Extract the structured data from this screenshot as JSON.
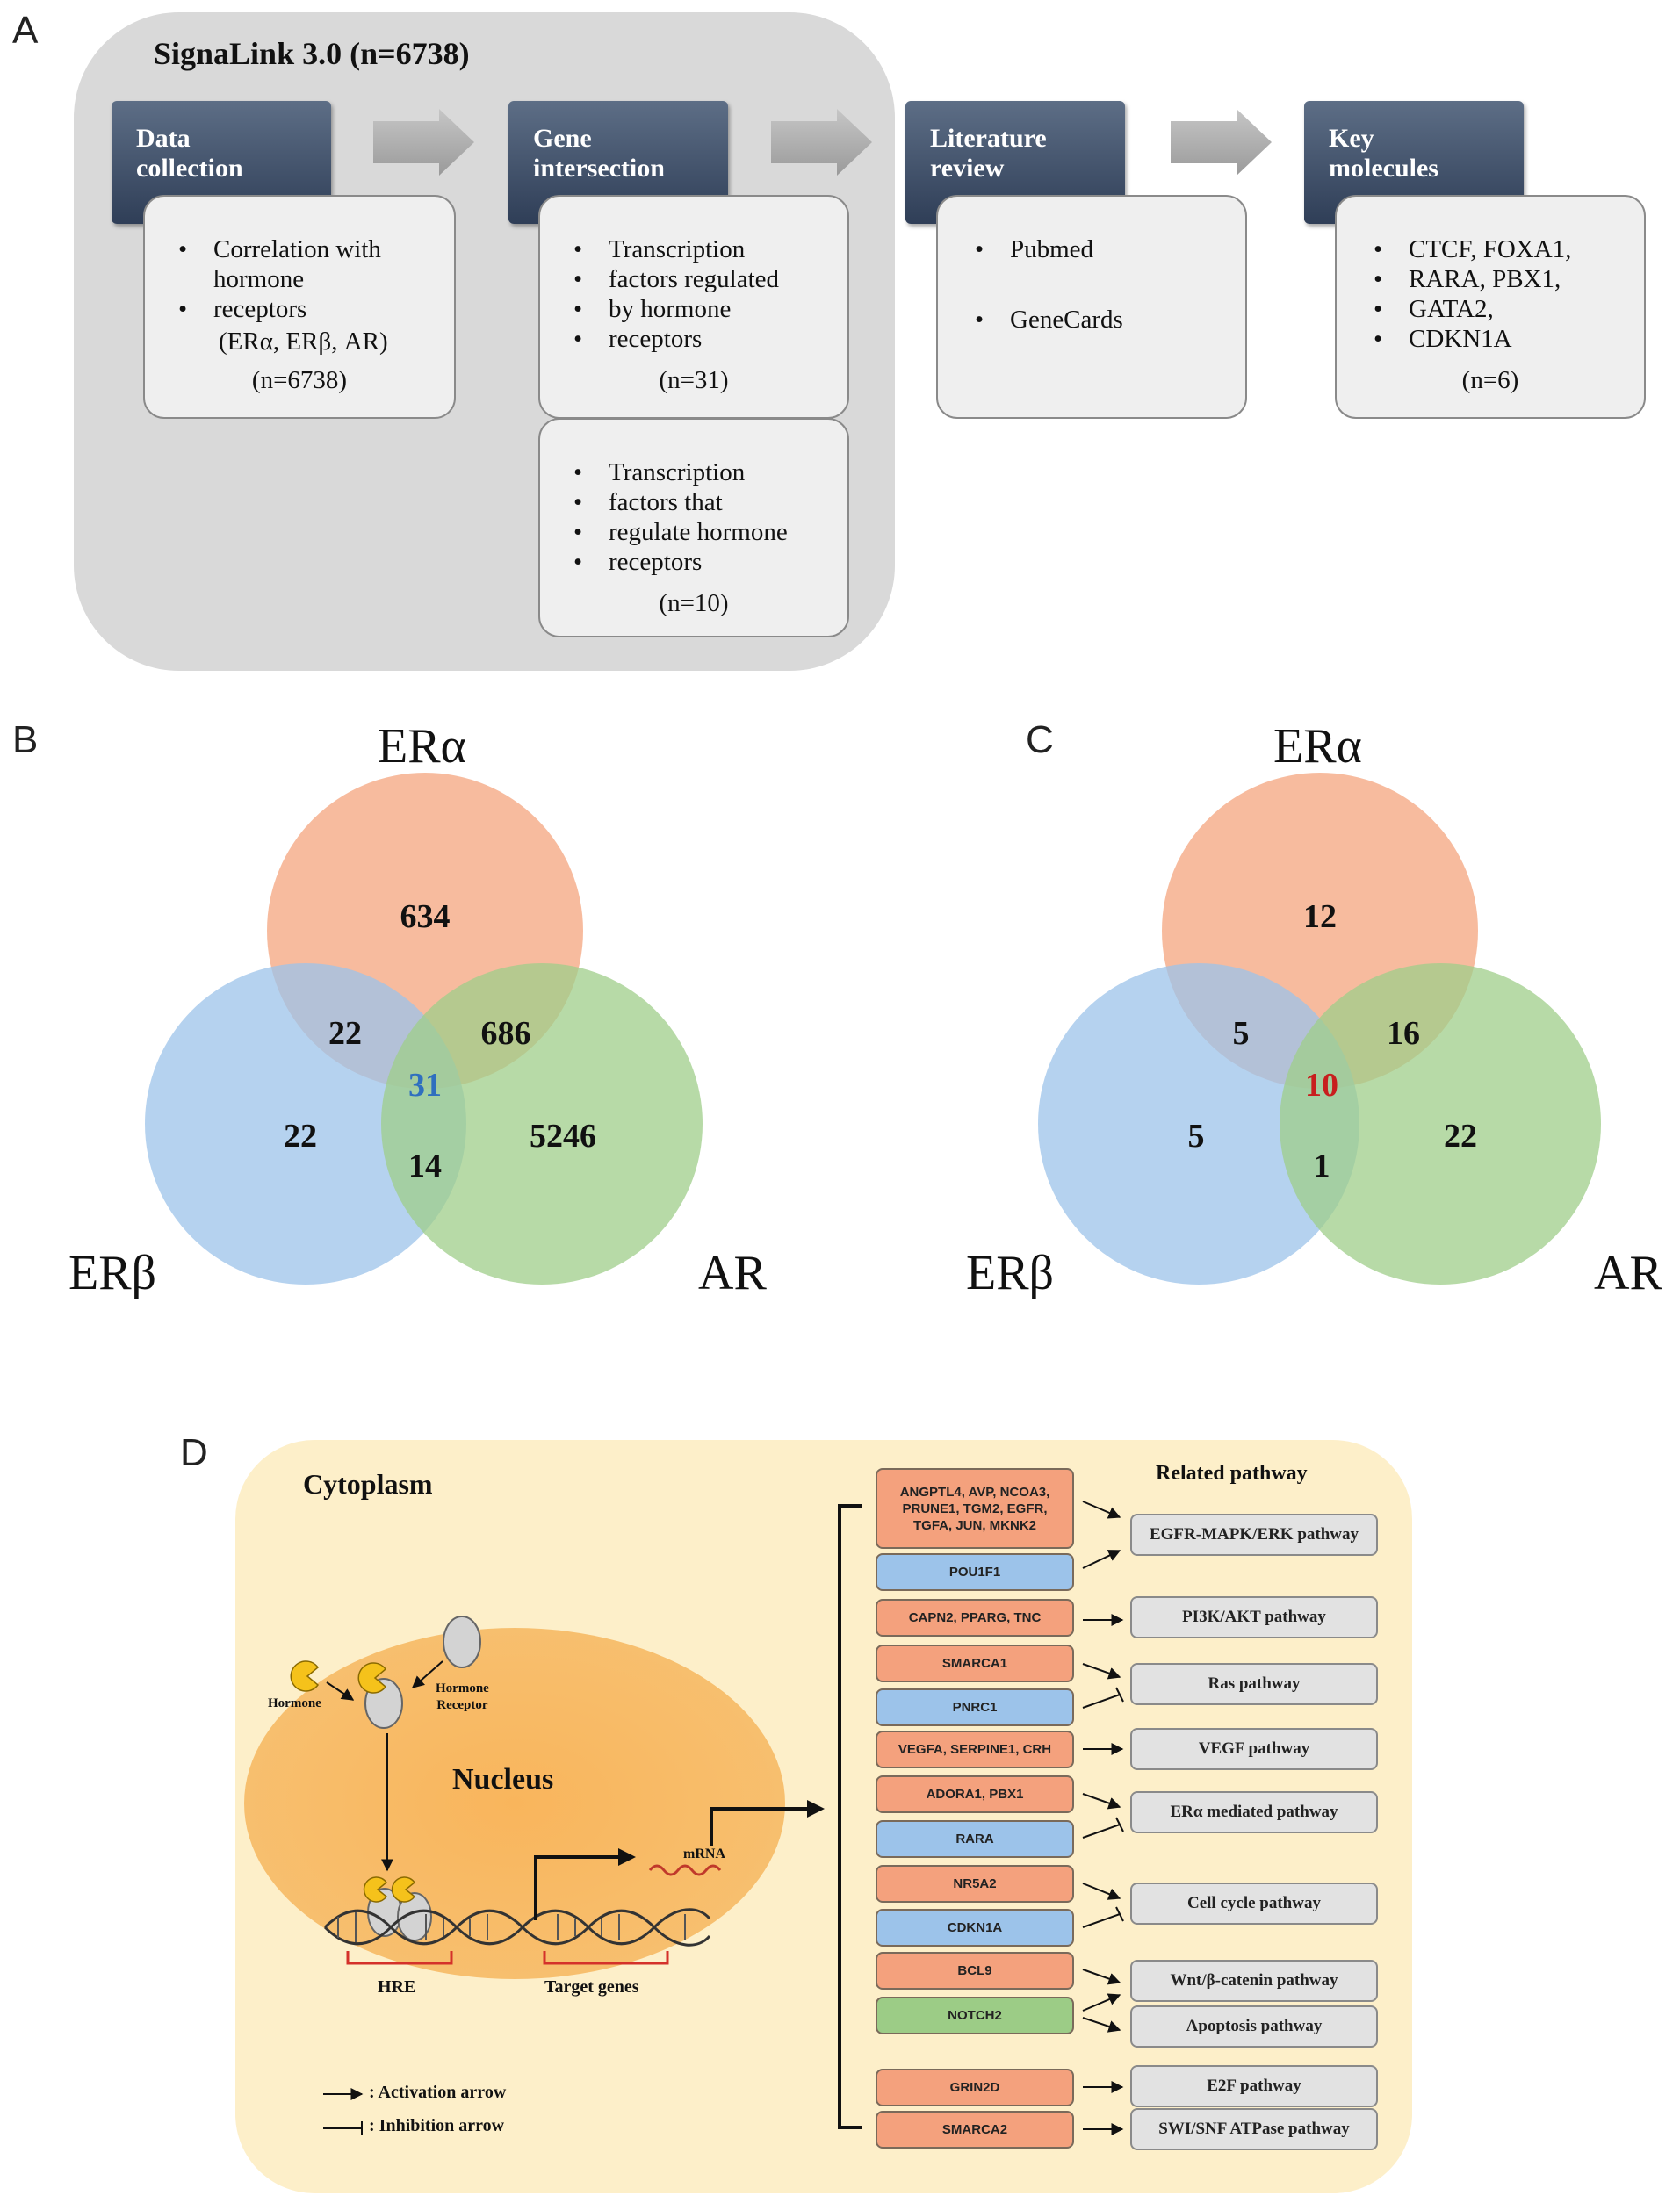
{
  "panel_labels": {
    "a": "A",
    "b": "B",
    "c": "C",
    "d": "D"
  },
  "panel_a": {
    "title": "SignaLink 3.0 (n=6738)",
    "steps": [
      {
        "header_line1": "Data",
        "header_line2": "collection"
      },
      {
        "header_line1": "Gene",
        "header_line2": "intersection"
      },
      {
        "header_line1": "Literature",
        "header_line2": "review"
      },
      {
        "header_line1": "Key",
        "header_line2": "molecules"
      }
    ],
    "cards": {
      "data_collection": {
        "lines": [
          "Correlation with",
          "hormone",
          "receptors"
        ],
        "line4": "(ERα, ERβ, AR)",
        "count": "(n=6738)"
      },
      "regulated_by": {
        "lines": [
          "Transcription",
          "factors regulated",
          "by hormone",
          "receptors"
        ],
        "count": "(n=31)"
      },
      "regulate": {
        "lines": [
          "Transcription",
          "factors that",
          "regulate hormone",
          "receptors"
        ],
        "count": "(n=10)"
      },
      "literature": {
        "items": [
          "Pubmed",
          "GeneCards"
        ]
      },
      "key": {
        "lines": [
          "CTCF, FOXA1,",
          "RARA, PBX1,",
          "GATA2,",
          "CDKN1A"
        ],
        "count": "(n=6)"
      }
    }
  },
  "venn_b": {
    "labels": {
      "top": "ERα",
      "left": "ERβ",
      "right": "AR"
    },
    "values": {
      "era_only": "634",
      "era_erb": "22",
      "era_ar": "686",
      "all": "31",
      "erb_only": "22",
      "erb_ar": "14",
      "ar_only": "5246"
    },
    "center_color": "#2f6fbf"
  },
  "venn_c": {
    "labels": {
      "top": "ERα",
      "left": "ERβ",
      "right": "AR"
    },
    "values": {
      "era_only": "12",
      "era_erb": "5",
      "era_ar": "16",
      "all": "10",
      "erb_only": "5",
      "erb_ar": "1",
      "ar_only": "22"
    },
    "center_color": "#c81e1e"
  },
  "colors": {
    "era": "#f4a47e",
    "erb": "#9cc3ea",
    "ar": "#9fcd8a"
  },
  "panel_d": {
    "cytoplasm": "Cytoplasm",
    "nucleus": "Nucleus",
    "hormone": "Hormone",
    "receptor_line1": "Hormone",
    "receptor_line2": "Receptor",
    "mrna": "mRNA",
    "hre": "HRE",
    "target_genes": "Target genes",
    "related_pathway": "Related pathway",
    "legend_activation": ": Activation arrow",
    "legend_inhibition": ": Inhibition arrow",
    "genes": [
      "ANGPTL4, AVP, NCOA3, PRUNE1, TGM2, EGFR, TGFA, JUN, MKNK2",
      "POU1F1",
      "CAPN2, PPARG, TNC",
      "SMARCA1",
      "PNRC1",
      "VEGFA, SERPINE1, CRH",
      "ADORA1, PBX1",
      "RARA",
      "NR5A2",
      "CDKN1A",
      "BCL9",
      "NOTCH2",
      "GRIN2D",
      "SMARCA2"
    ],
    "pathways": [
      "EGFR-MAPK/ERK pathway",
      "PI3K/AKT pathway",
      "Ras pathway",
      "VEGF pathway",
      "ERα mediated pathway",
      "Cell cycle pathway",
      "Wnt/β-catenin pathway",
      "Apoptosis pathway",
      "E2F pathway",
      "SWI/SNF ATPase pathway"
    ]
  }
}
